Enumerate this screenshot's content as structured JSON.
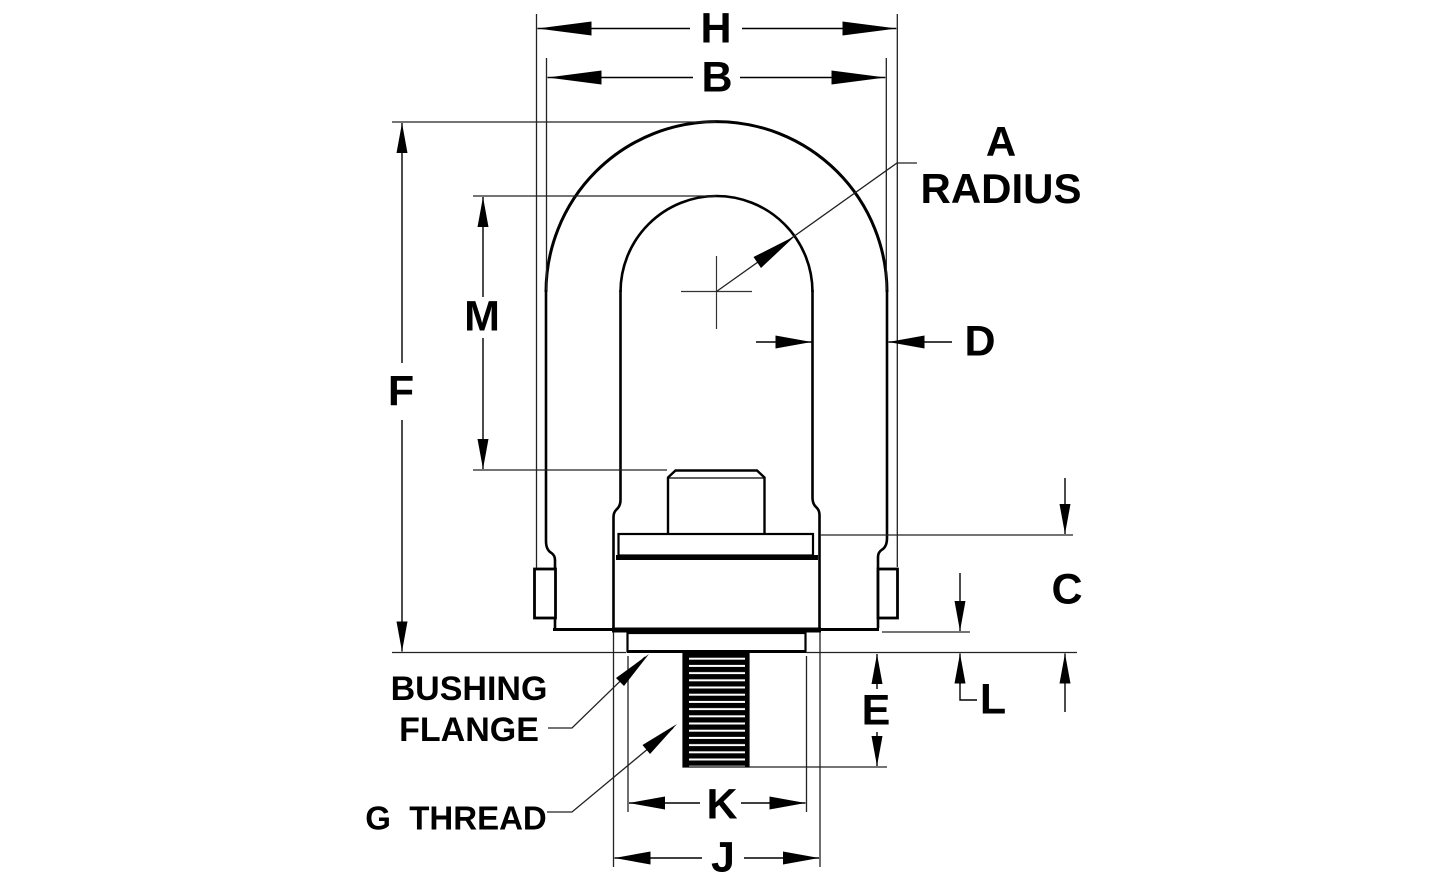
{
  "drawing": {
    "background_color": "#ffffff",
    "line_color": "#000000",
    "description_labels_present": [
      "H",
      "B",
      "A RADIUS",
      "M",
      "F",
      "D",
      "C",
      "E",
      "L",
      "K",
      "J",
      "BUSHING FLANGE",
      "G THREAD"
    ]
  },
  "dimension_labels": {
    "H": "H",
    "B": "B",
    "F": "F",
    "M": "M",
    "D": "D",
    "C": "C",
    "E": "E",
    "L": "L",
    "K": "K",
    "J": "J"
  },
  "callouts": {
    "radius_line1": "A",
    "radius_line2": "RADIUS",
    "bushing_flange_line1": "BUSHING",
    "bushing_flange_line2": "FLANGE",
    "g_thread": "G  THREAD"
  }
}
